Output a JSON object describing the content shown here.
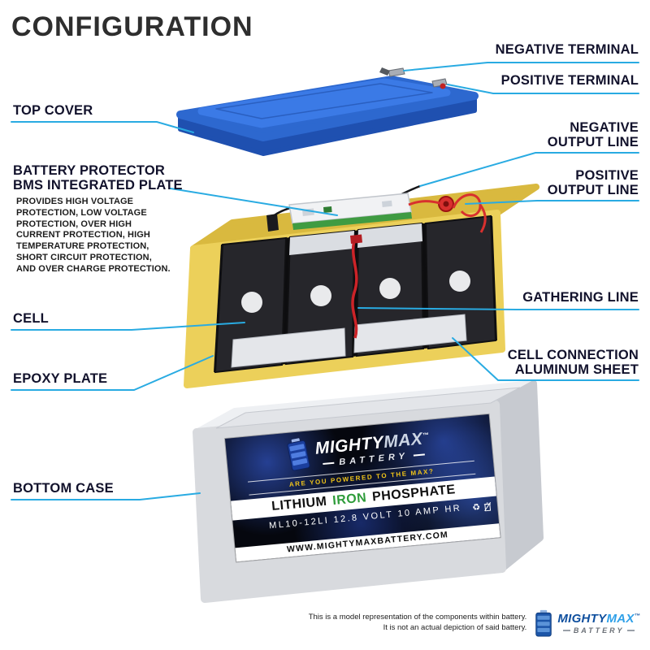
{
  "title": "CONFIGURATION",
  "colors": {
    "leader": "#29abe2",
    "cover_blue": "#2d68cf",
    "case_yellow": "#ecd05a",
    "case_gray": "#d8dade",
    "brand_navy": "#0f4f9e",
    "brand_lightblue": "#2fa0e8",
    "iron_green": "#2e9c3a",
    "tagline_yellow": "#f0c419",
    "wire_red": "#d8302e"
  },
  "left_labels": {
    "top_cover": "TOP COVER",
    "bms_line1": "BATTERY PROTECTOR",
    "bms_line2": "BMS INTEGRATED PLATE",
    "bms_desc": "PROVIDES HIGH VOLTAGE\nPROTECTION, LOW VOLTAGE\nPROTECTION, OVER HIGH\nCURRENT PROTECTION, HIGH\nTEMPERATURE PROTECTION,\nSHORT CIRCUIT PROTECTION,\nAND OVER CHARGE PROTECTION.",
    "cell": "CELL",
    "epoxy_plate": "EPOXY PLATE",
    "bottom_case": "BOTTOM CASE"
  },
  "right_labels": {
    "negative_terminal": "NEGATIVE TERMINAL",
    "positive_terminal": "POSITIVE TERMINAL",
    "negative_output_line1": "NEGATIVE",
    "negative_output_line2": "OUTPUT LINE",
    "positive_output_line1": "POSITIVE",
    "positive_output_line2": "OUTPUT LINE",
    "gathering_line": "GATHERING LINE",
    "cell_connection_line1": "CELL CONNECTION",
    "cell_connection_line2": "ALUMINUM SHEET"
  },
  "battery_label": {
    "brand_1": "MIGHTY",
    "brand_2": "MAX",
    "brand_tm": "™",
    "brand_sub": "BATTERY",
    "tagline": "ARE YOU POWERED TO THE MAX?",
    "chem_1": "LITHIUM",
    "chem_2": "IRON",
    "chem_3": "PHOSPHATE",
    "model": "ML10-12LI 12.8 VOLT 10 AMP HR",
    "website": "WWW.MIGHTYMAXBATTERY.COM",
    "recycle_icon": "♻"
  },
  "footer": {
    "disclaimer_line1": "This is a model representation of the components within battery.",
    "disclaimer_line2": "It is not an actual depiction of said battery.",
    "brand_1": "MIGHTY",
    "brand_2": "MAX",
    "brand_tm": "™",
    "brand_sub": "BATTERY"
  }
}
